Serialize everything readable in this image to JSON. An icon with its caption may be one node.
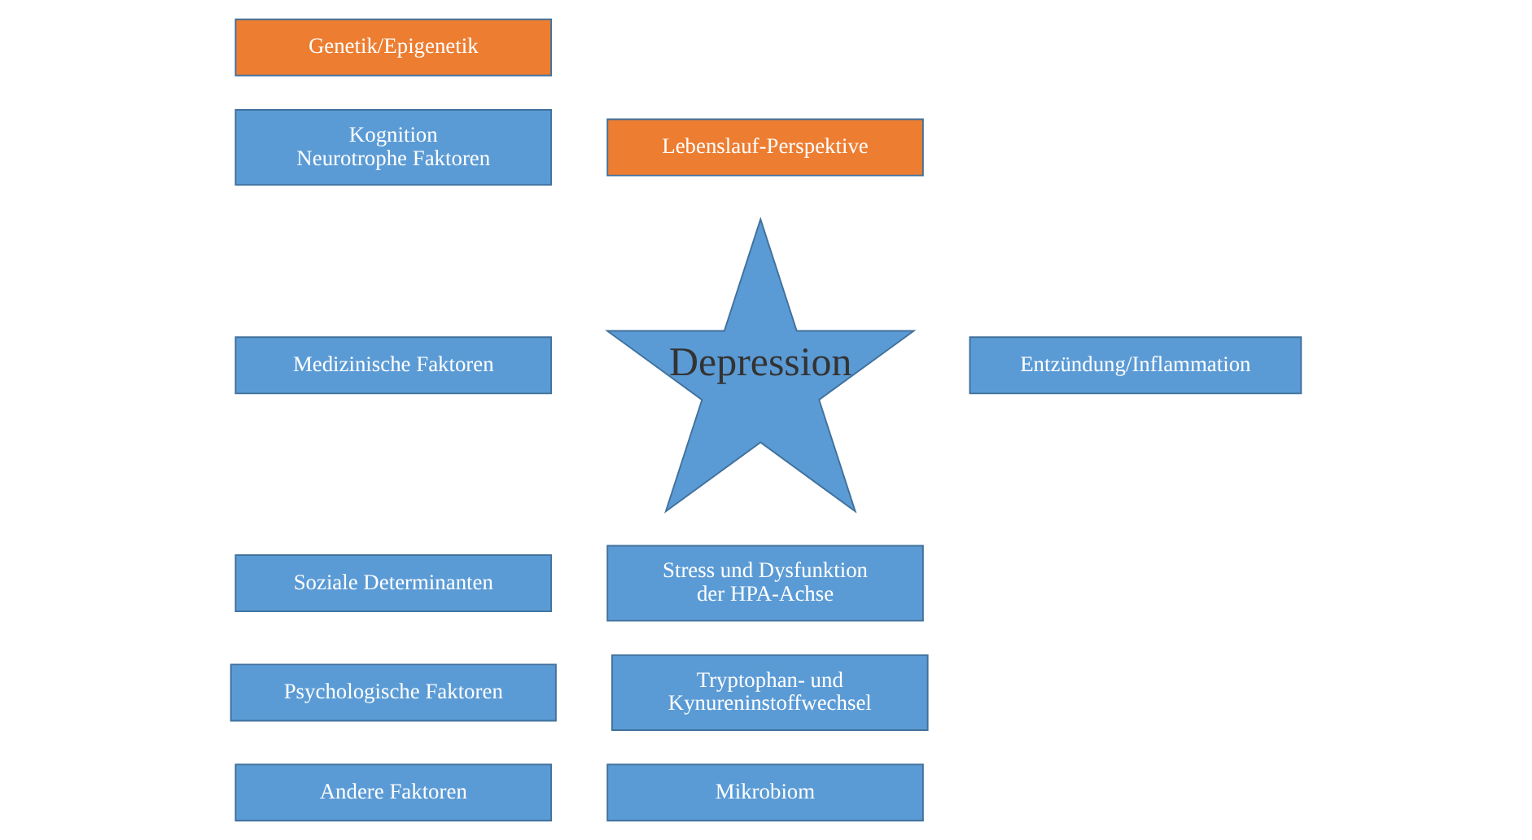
{
  "diagram": {
    "nodes": [
      {
        "text": [
          "Genetik/Epigenetik"
        ]
      },
      {
        "text": [
          "Kognition",
          "Neurotrophe Faktoren"
        ]
      },
      {
        "text": [
          "Lebenslauf-Perspektive"
        ]
      },
      {
        "text": [
          "Medizinische Faktoren"
        ]
      },
      {
        "text": [
          "Depression"
        ]
      },
      {
        "text": [
          "Entzündung/Inflammation"
        ]
      },
      {
        "text": [
          "Soziale Determinanten"
        ]
      },
      {
        "text": [
          "Stress und Dysfunktion der HPA-Achse"
        ]
      },
      {
        "text": [
          "Psychologische Faktoren"
        ]
      },
      {
        "text": [
          "Tryptophan- und Kynureninstoffwechsel"
        ]
      },
      {
        "text": [
          "Andere Faktoren"
        ]
      },
      {
        "text": [
          "Mikrobiom"
        ]
      }
    ],
    "edges": []
  }
}
